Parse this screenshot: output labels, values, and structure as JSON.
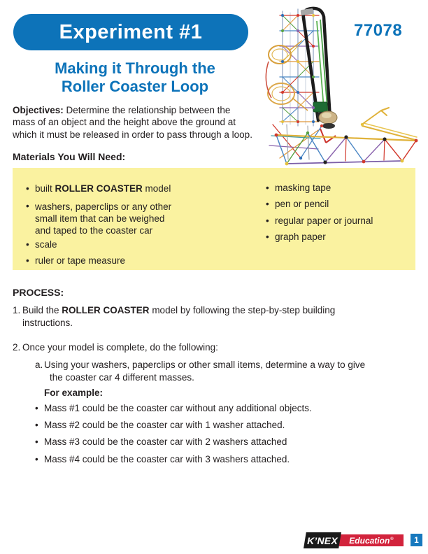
{
  "header": {
    "badge_label": "Experiment #1",
    "part_number": "77078",
    "subtitle_line1": "Making it Through the",
    "subtitle_line2": "Roller Coaster Loop"
  },
  "objectives": {
    "label": "Objectives:",
    "line1_rest": " Determine the relationship between the",
    "line2": "mass of an object and the height above the ground at",
    "line3": "which it must be released in order to pass through a loop."
  },
  "materials": {
    "heading": "Materials You Will Need:",
    "left": {
      "item1_pre": "built ",
      "item1_bold": "ROLLER COASTER",
      "item1_post": " model",
      "item2_line1": "washers, paperclips or any other",
      "item2_line2": "small item that can be weighed",
      "item2_line3": "and taped to the coaster car",
      "item3": "scale",
      "item4": "ruler or tape measure"
    },
    "right": {
      "item1": "masking tape",
      "item2": "pen or pencil",
      "item3": "regular paper or journal",
      "item4": "graph paper"
    }
  },
  "process": {
    "heading": "PROCESS:",
    "step1_num": "1.",
    "step1_pre": "Build the ",
    "step1_bold": "ROLLER COASTER",
    "step1_post": " model by following the step-by-step building",
    "step1_line2": "instructions.",
    "step2_num": "2.",
    "step2_text": "Once your model is complete, do the following:",
    "step2a_label": "a.",
    "step2a_line1": "Using your washers, paperclips or other small items, determine a way to give",
    "step2a_line2": "the coaster car 4 different masses.",
    "example_heading": "For example:",
    "examples": [
      "Mass #1 could be the coaster car without any additional objects.",
      "Mass #2 could be the coaster car with 1 washer attached.",
      "Mass #3 could be the coaster car with 2 washers attached",
      "Mass #4 could be the coaster car with 3 washers attached."
    ]
  },
  "footer": {
    "brand": "K’NEX",
    "brand_sub": "Education",
    "registered_mark": "®",
    "page_number": "1"
  },
  "glyphs": {
    "bullet": "•"
  },
  "colors": {
    "brand_blue": "#0d73b9",
    "materials_yellow": "#faf2a0",
    "logo_red": "#d2233c",
    "logo_black": "#1a1a1a",
    "text": "#231f20"
  }
}
